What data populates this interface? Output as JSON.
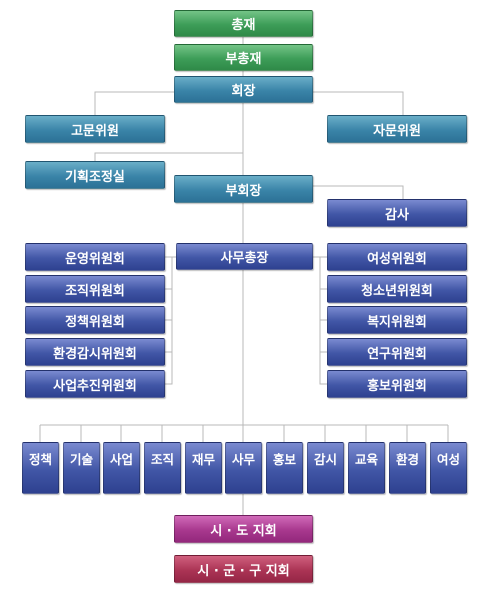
{
  "chairman": "총재",
  "vice_chairman": "부총재",
  "president": "회장",
  "advisor": "고문위원",
  "consultant": "자문위원",
  "planning_office": "기획조정실",
  "vice_president": "부회장",
  "auditor": "감사",
  "secretary_general": "사무총장",
  "left_committees": [
    "운영위원회",
    "조직위원회",
    "정책위원회",
    "환경감시위원회",
    "사업추진위원회"
  ],
  "right_committees": [
    "여성위원회",
    "청소년위원회",
    "복지위원회",
    "연구위원회",
    "홍보위원회"
  ],
  "departments": [
    "정책",
    "기술",
    "사업",
    "조직",
    "재무",
    "사무",
    "홍보",
    "감시",
    "교육",
    "환경",
    "여성"
  ],
  "provincial_branch": "시 · 도 지회",
  "local_branch": "시 · 군 · 구 지회"
}
